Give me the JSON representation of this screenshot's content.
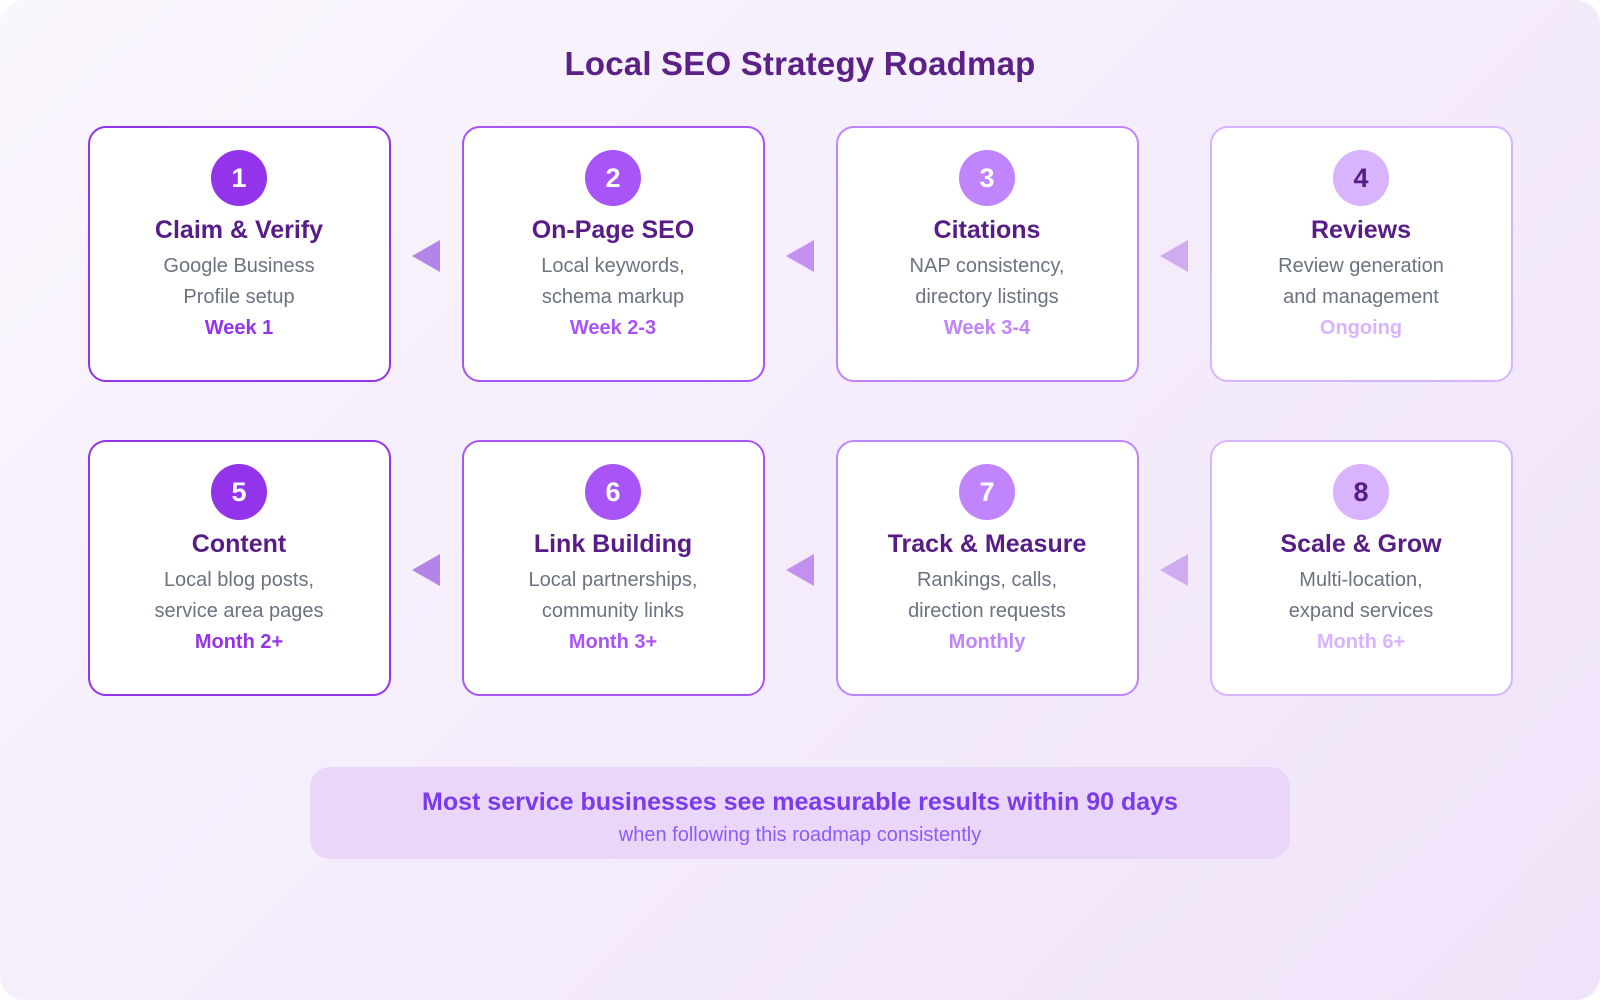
{
  "title": "Local SEO Strategy Roadmap",
  "theme": {
    "bg_start": "#faf6fd",
    "bg_end": "#efe3f9",
    "title_color": "#5b2187",
    "card_bg": "#ffffff",
    "card_title_color": "#581c87",
    "desc_color": "#6b7280",
    "footer_bg": "#e9d6f8",
    "footer_headline_color": "#7c3aed",
    "footer_subtext_color": "#8b5cf6"
  },
  "arrow_colors": [
    "#b584e8",
    "#c290ef",
    "#cfabf0"
  ],
  "steps": [
    {
      "number": "1",
      "title": "Claim & Verify",
      "description_lines": [
        "Google Business",
        "Profile setup"
      ],
      "timeline": "Week 1",
      "color": "#9333ea",
      "number_text_color": "#ffffff"
    },
    {
      "number": "2",
      "title": "On-Page SEO",
      "description_lines": [
        "Local keywords,",
        "schema markup"
      ],
      "timeline": "Week 2-3",
      "color": "#a855f7",
      "number_text_color": "#ffffff"
    },
    {
      "number": "3",
      "title": "Citations",
      "description_lines": [
        "NAP consistency,",
        "directory listings"
      ],
      "timeline": "Week 3-4",
      "color": "#c084fc",
      "number_text_color": "#ffffff"
    },
    {
      "number": "4",
      "title": "Reviews",
      "description_lines": [
        "Review generation",
        "and management"
      ],
      "timeline": "Ongoing",
      "color": "#d8b4fe",
      "number_text_color": "#581c87"
    },
    {
      "number": "5",
      "title": "Content",
      "description_lines": [
        "Local blog posts,",
        "service area pages"
      ],
      "timeline": "Month 2+",
      "color": "#9333ea",
      "number_text_color": "#ffffff"
    },
    {
      "number": "6",
      "title": "Link Building",
      "description_lines": [
        "Local partnerships,",
        "community links"
      ],
      "timeline": "Month 3+",
      "color": "#a855f7",
      "number_text_color": "#ffffff"
    },
    {
      "number": "7",
      "title": "Track & Measure",
      "description_lines": [
        "Rankings, calls,",
        "direction requests"
      ],
      "timeline": "Monthly",
      "color": "#c084fc",
      "number_text_color": "#ffffff"
    },
    {
      "number": "8",
      "title": "Scale & Grow",
      "description_lines": [
        "Multi-location,",
        "expand services"
      ],
      "timeline": "Month 6+",
      "color": "#d8b4fe",
      "number_text_color": "#581c87"
    }
  ],
  "footer": {
    "headline": "Most service businesses see measurable results within 90 days",
    "subtext": "when following this roadmap consistently"
  }
}
